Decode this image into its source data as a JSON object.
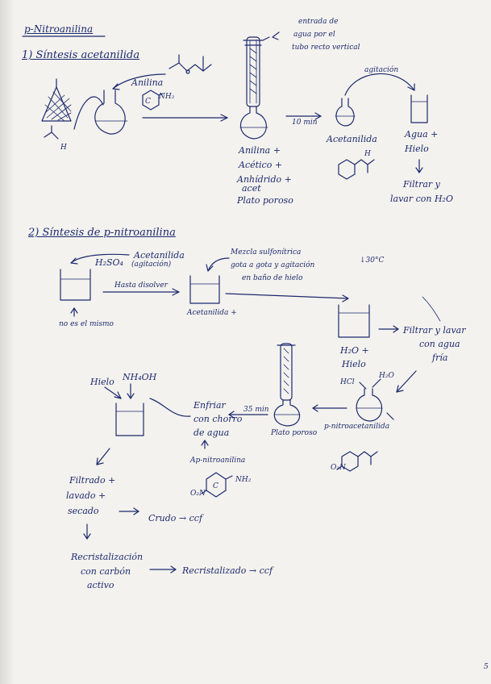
{
  "page": {
    "title": "p-Nitroanilina",
    "page_number": "5"
  },
  "section1": {
    "heading": "1) Síntesis acetanilida",
    "reagent_label": "Anilina",
    "nh2_label": "NH₂",
    "ring_label": "C",
    "h_label": "H",
    "condenser_note": [
      "entrada de",
      "agua por el",
      "tubo recto vertical"
    ],
    "flask_contents": [
      "Anilina +",
      "Acético +",
      "Anhídrido +",
      "acet",
      "Plato poroso"
    ],
    "time_label": "10 min",
    "product_label": "Acetanilida",
    "transfer_label": "agitación",
    "beaker_label": [
      "Agua +",
      "Hielo"
    ],
    "filter_label": [
      "Filtrar y",
      "lavar con H₂O"
    ],
    "nh_label": "H"
  },
  "section2": {
    "heading": "2) Síntesis de p-nitroanilina",
    "step1_reagents": [
      "Acetanilida",
      "(agitación)"
    ],
    "acid_label": "H₂SO₄",
    "dissolve_label": "Hasta disolver",
    "note_label": "no es el mismo",
    "mixture_label": "Acetanilida +",
    "sulfonitric": [
      "Mezcla sulfonítrica",
      "gota a gota y agitación",
      "en baño de hielo"
    ],
    "temperature": "↓30°C",
    "water_ice": [
      "H₂O +",
      "Hielo"
    ],
    "filter_wash": [
      "Filtrar y lavar",
      "con agua",
      "fría"
    ],
    "hcl_label": "HCl",
    "h2o_label": "H₂O",
    "intermediate": "p-nitroacetanilida",
    "o2n_label": "O₂N",
    "reflux_time": "35 min",
    "boiling_chips": "Plato poroso",
    "cooling": [
      "Enfriar",
      "con chorro",
      "de agua"
    ],
    "product": "Ap-nitroanilina",
    "ring_c": "C",
    "nh2": "NH₂",
    "ice": "Hielo",
    "nh4oh": "NH₄OH",
    "filtered": [
      "Filtrado +",
      "lavado +",
      "secado"
    ],
    "crude": "Crudo → ccf",
    "recrystallization": [
      "Recristalización",
      "con carbón",
      "activo"
    ],
    "recrystallized": "Recristalizado → ccf"
  }
}
